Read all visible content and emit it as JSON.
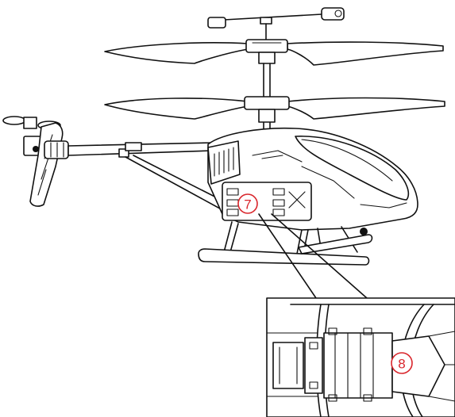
{
  "callouts": [
    {
      "id": "7",
      "label": "7",
      "color": "#d9262c"
    },
    {
      "id": "8",
      "label": "8",
      "color": "#d9262c"
    }
  ],
  "colors": {
    "line": "#111111",
    "callout": "#d9262c",
    "background": "#ffffff"
  }
}
